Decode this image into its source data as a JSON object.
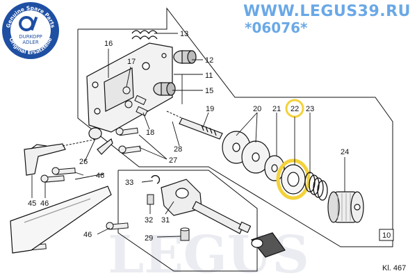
{
  "header": {
    "site": "WWW.LEGUS39.RU",
    "code": "*06076*"
  },
  "logo": {
    "ring_top": "Genuine Spare Parts",
    "ring_bottom": "Original Ersatzteile",
    "brand_line1": "DURKOPP",
    "brand_line2": "ADLER",
    "color": "#1e4fa3"
  },
  "watermark": "LEGUS",
  "footer": {
    "ref": "Kl. 467"
  },
  "highlight_color": "#f3d23a",
  "callouts": {
    "p10": "10",
    "p11": "11",
    "p12": "12",
    "p13": "13",
    "p15": "15",
    "p16": "16",
    "p17": "17",
    "p18": "18",
    "p19": "19",
    "p20": "20",
    "p21": "21",
    "p22": "22",
    "p23": "23",
    "p24": "24",
    "p26": "26",
    "p27": "27",
    "p28": "28",
    "p29": "29",
    "p31": "31",
    "p32": "32",
    "p33": "33",
    "p45": "45",
    "p46a": "46",
    "p46b": "46",
    "p46c": "46"
  }
}
